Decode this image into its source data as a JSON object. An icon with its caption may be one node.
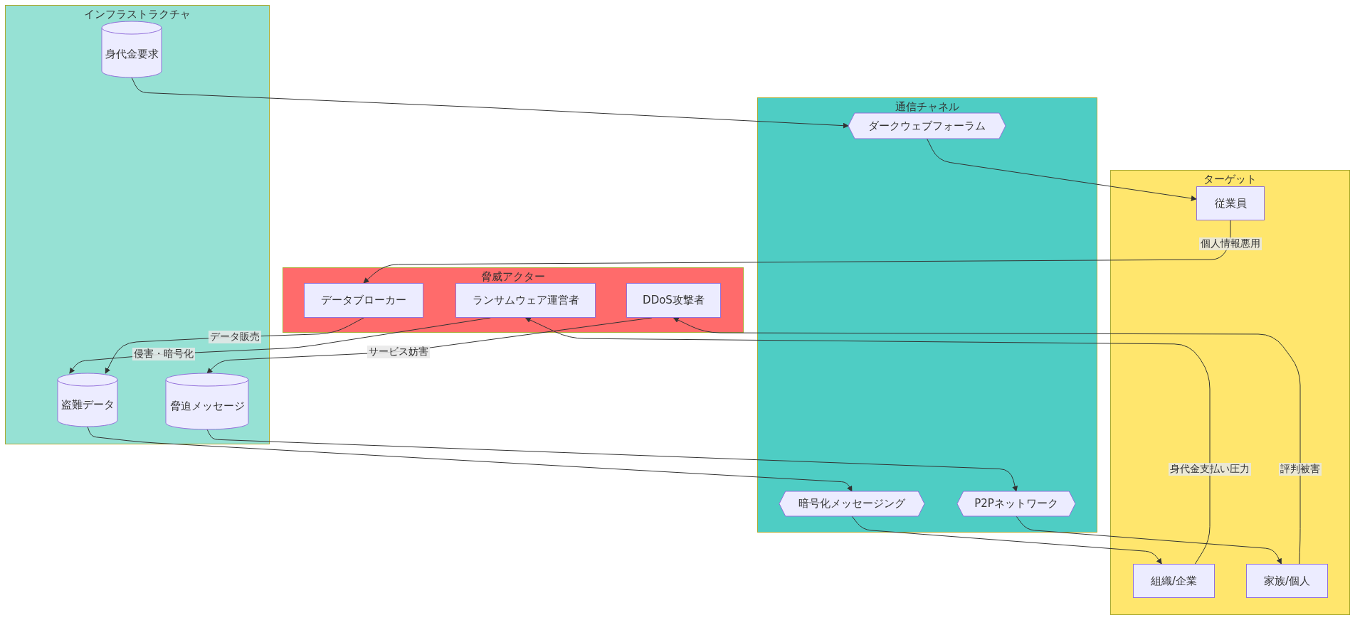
{
  "diagram": {
    "nodes": [
      {
        "text": [
          "インフラストラクチャ"
        ]
      },
      {
        "text": [
          "身代金要求"
        ],
        "in": 0
      },
      {
        "text": [
          "盗難データ"
        ],
        "in": 0
      },
      {
        "text": [
          "脅迫メッセージ"
        ],
        "in": 0
      },
      {
        "text": [
          "脅威アクター"
        ]
      },
      {
        "text": [
          "データブローカー"
        ],
        "in": 4
      },
      {
        "text": [
          "ランサムウェア運営者"
        ],
        "in": 4
      },
      {
        "text": [
          "DDoS攻撃者"
        ],
        "in": 4
      },
      {
        "text": [
          "通信チャネル"
        ]
      },
      {
        "text": [
          "ダークウェブフォーラム"
        ],
        "in": 8
      },
      {
        "text": [
          "暗号化メッセージング"
        ],
        "in": 8
      },
      {
        "text": [
          "P2Pネットワーク"
        ],
        "in": 8
      },
      {
        "text": [
          "ターゲット"
        ]
      },
      {
        "text": [
          "従業員"
        ],
        "in": 12
      },
      {
        "text": [
          "組織/企業"
        ],
        "in": 12
      },
      {
        "text": [
          "家族/個人"
        ],
        "in": 12
      }
    ],
    "edges": [
      {
        "from": 1,
        "to": 9,
        "arrow": "to"
      },
      {
        "from": 9,
        "to": 13,
        "arrow": "to"
      },
      {
        "from": 13,
        "to": 5,
        "arrow": "to",
        "label": "個人情報悪用"
      },
      {
        "from": 6,
        "to": 2,
        "arrow": "to",
        "label": "侵害・暗号化"
      },
      {
        "from": 5,
        "to": 2,
        "arrow": "to",
        "label": "データ販売"
      },
      {
        "from": 7,
        "to": 3,
        "arrow": "to",
        "label": "サービス妨害"
      },
      {
        "from": 2,
        "to": 10,
        "arrow": "to"
      },
      {
        "from": 3,
        "to": 11,
        "arrow": "to"
      },
      {
        "from": 10,
        "to": 14,
        "arrow": "to"
      },
      {
        "from": 11,
        "to": 15,
        "arrow": "to"
      },
      {
        "from": 14,
        "to": 6,
        "arrow": "to",
        "label": "身代金支払い圧力"
      },
      {
        "from": 15,
        "to": 7,
        "arrow": "to",
        "label": "評判被害"
      }
    ]
  }
}
